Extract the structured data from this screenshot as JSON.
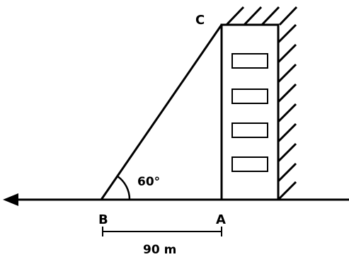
{
  "points": {
    "c": "C",
    "b": "B",
    "a": "A"
  },
  "angle": "60°",
  "distance": "90 m",
  "colors": {
    "ink": "#000000",
    "background": "#ffffff"
  }
}
